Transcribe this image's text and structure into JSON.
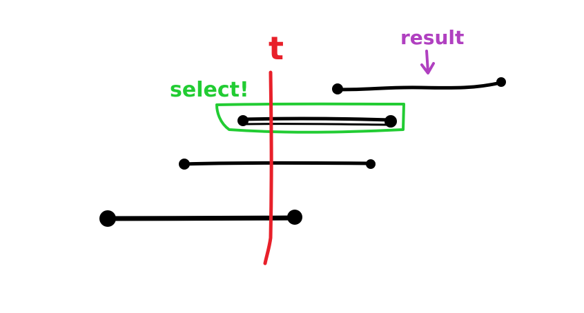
{
  "labels": {
    "time": "t",
    "select": "select!",
    "result": "result"
  },
  "colors": {
    "background": "#ffffff",
    "interval": "#000000",
    "time_line": "#e8202a",
    "select_box": "#22cc33",
    "result_label": "#b040c0"
  },
  "icons": {
    "result_pointer": "arrow-down-icon"
  }
}
